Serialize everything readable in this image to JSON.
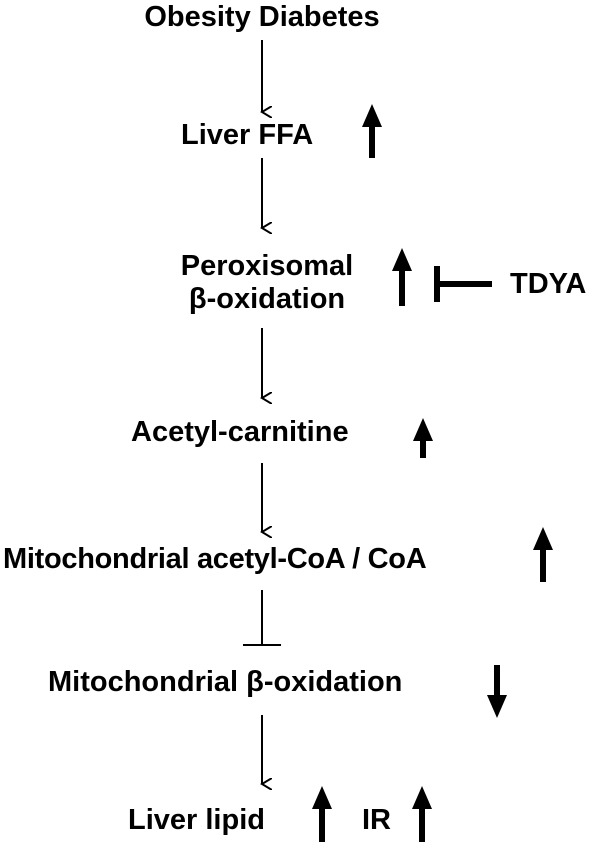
{
  "nodes": {
    "obesity": "Obesity Diabetes",
    "liver_ffa": "Liver FFA",
    "perox_line1": "Peroxisomal",
    "perox_line2": "β-oxidation",
    "inhibitor": "TDYA",
    "acetyl_carnitine": "Acetyl-carnitine",
    "mito_ratio": "Mitochondrial acetyl-CoA / CoA",
    "mito_beta": "Mitochondrial β-oxidation",
    "liver_lipid": "Liver lipid",
    "ir": "IR"
  },
  "changes": {
    "liver_ffa": "up",
    "peroxisomal_beta_oxidation": "up",
    "acetyl_carnitine": "up",
    "mito_acetyl_coa_coa": "up",
    "mito_beta_oxidation": "down",
    "liver_lipid": "up",
    "ir": "up"
  },
  "links": [
    {
      "from": "obesity",
      "to": "liver_ffa",
      "kind": "arrow"
    },
    {
      "from": "liver_ffa",
      "to": "peroxisomal_beta_oxidation",
      "kind": "arrow"
    },
    {
      "from": "inhibitor",
      "to": "peroxisomal_beta_oxidation",
      "kind": "inhibition"
    },
    {
      "from": "peroxisomal_beta_oxidation",
      "to": "acetyl_carnitine",
      "kind": "arrow"
    },
    {
      "from": "acetyl_carnitine",
      "to": "mito_ratio",
      "kind": "arrow"
    },
    {
      "from": "mito_ratio",
      "to": "mito_beta",
      "kind": "inhibition"
    },
    {
      "from": "mito_beta",
      "to": "liver_lipid_ir",
      "kind": "arrow"
    }
  ]
}
